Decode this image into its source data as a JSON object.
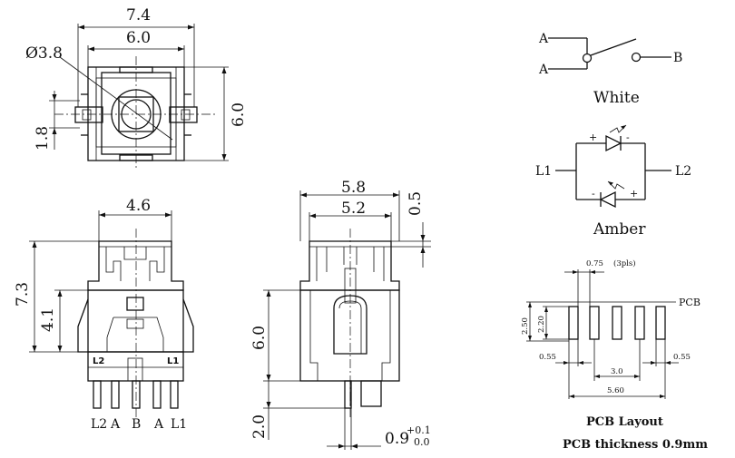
{
  "top_view": {
    "width_outer": "7.4",
    "width_inner": "6.0",
    "diameter": "Ø3.8",
    "height_right": "6.0",
    "offset_left": "1.8"
  },
  "front_view": {
    "width_top": "4.6",
    "height_total": "7.3",
    "height_body": "4.1",
    "mark_l2": "L2",
    "mark_l1": "L1",
    "pins": [
      "L2",
      "A",
      "B",
      "A",
      "L1"
    ]
  },
  "side_view": {
    "width_outer": "5.8",
    "width_inner": "5.2",
    "travel": "0.5",
    "height_body": "6.0",
    "pin_length": "2.0",
    "pin_width": "0.9",
    "pin_tol_plus": "+0.1",
    "pin_tol_zero": "0.0"
  },
  "switch_schematic": {
    "terminal_a_upper": "A",
    "terminal_a_lower": "A",
    "terminal_b": "B",
    "caption": "White"
  },
  "led_schematic": {
    "left_terminal": "L1",
    "right_terminal": "L2",
    "upper_plus": "+",
    "upper_minus": "-",
    "lower_minus": "-",
    "lower_plus": "+",
    "caption": "Amber"
  },
  "pcb_layout": {
    "pad_pitch": "0.75",
    "pad_count_note": "(3pls)",
    "label_pcb": "PCB",
    "height_outer": "2.50",
    "height_inner": "2.20",
    "edge_left": "0.55",
    "edge_right": "0.55",
    "center_span": "3.0",
    "total_span": "5.60",
    "title": "PCB Layout",
    "thickness_note": "PCB thickness 0.9mm"
  }
}
